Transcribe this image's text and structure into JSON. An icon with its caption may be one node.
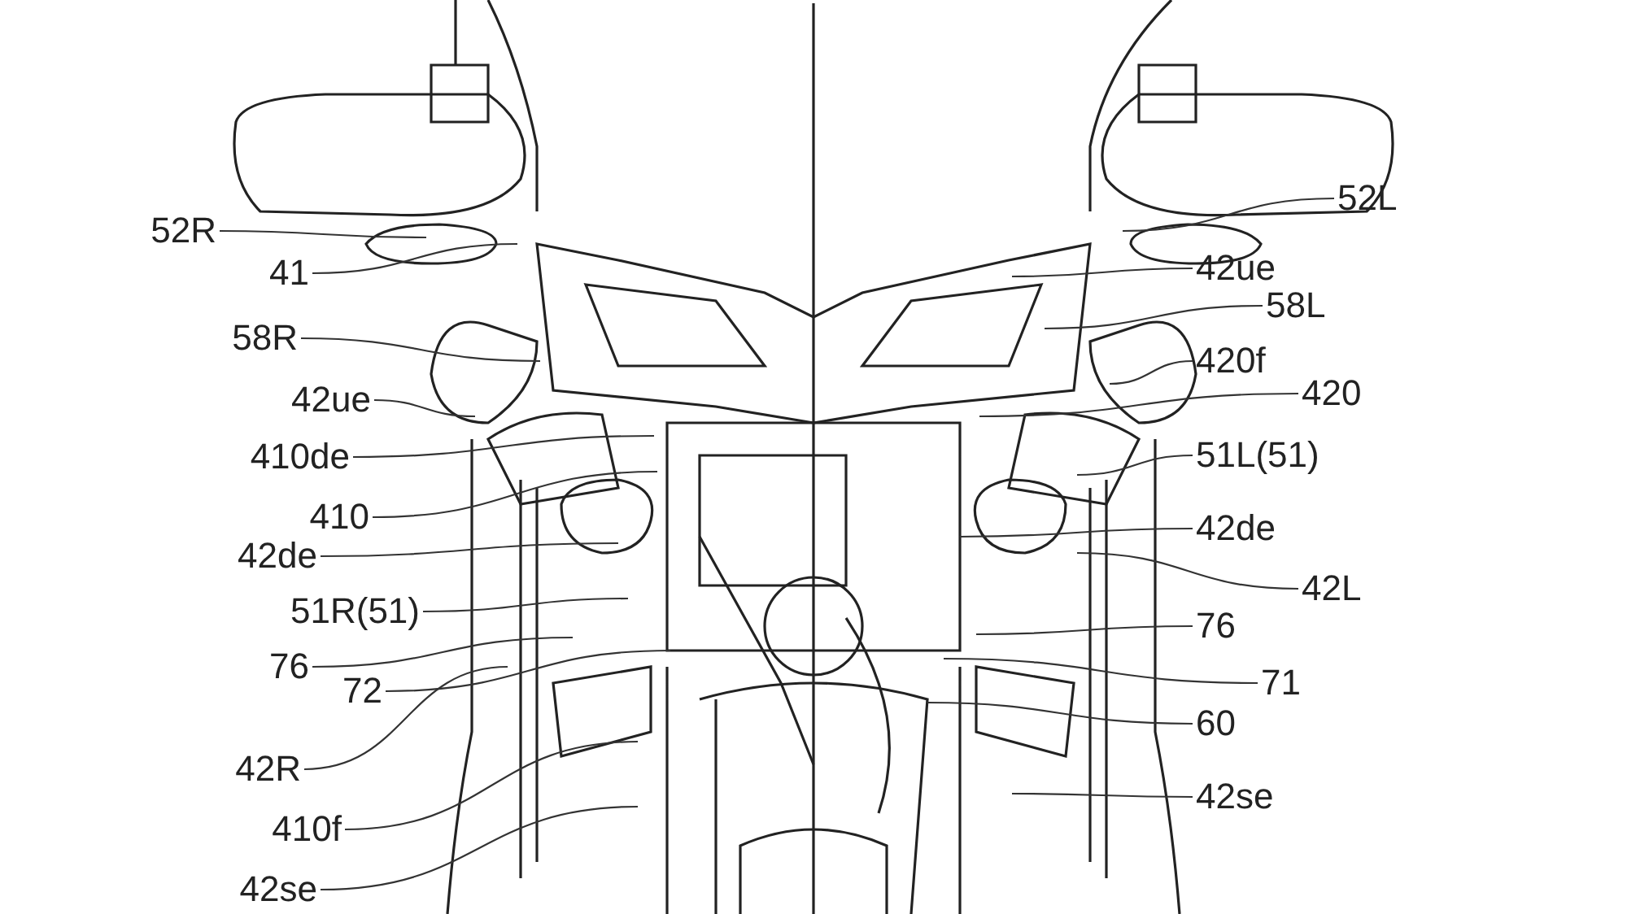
{
  "diagram": {
    "nodes": [
      {
        "text": [
          "52R"
        ]
      },
      {
        "text": [
          "41"
        ]
      },
      {
        "text": [
          "58R"
        ]
      },
      {
        "text": [
          "42ue"
        ]
      },
      {
        "text": [
          "410de"
        ]
      },
      {
        "text": [
          "410"
        ]
      },
      {
        "text": [
          "42de"
        ]
      },
      {
        "text": [
          "51R(51)"
        ]
      },
      {
        "text": [
          "76"
        ]
      },
      {
        "text": [
          "72"
        ]
      },
      {
        "text": [
          "42R"
        ]
      },
      {
        "text": [
          "410f"
        ]
      },
      {
        "text": [
          "42se"
        ]
      },
      {
        "text": [
          "52L"
        ]
      },
      {
        "text": [
          "42ue"
        ]
      },
      {
        "text": [
          "58L"
        ]
      },
      {
        "text": [
          "420f"
        ]
      },
      {
        "text": [
          "420"
        ]
      },
      {
        "text": [
          "51L(51)"
        ]
      },
      {
        "text": [
          "42de"
        ]
      },
      {
        "text": [
          "42L"
        ]
      },
      {
        "text": [
          "76"
        ]
      },
      {
        "text": [
          "71"
        ]
      },
      {
        "text": [
          "60"
        ]
      },
      {
        "text": [
          "42se"
        ]
      }
    ],
    "edges": [
      {
        "from": 0,
        "to": null,
        "arrow": "none"
      },
      {
        "from": 1,
        "to": null,
        "arrow": "none"
      },
      {
        "from": 2,
        "to": null,
        "arrow": "none"
      },
      {
        "from": 3,
        "to": null,
        "arrow": "none"
      },
      {
        "from": 4,
        "to": null,
        "arrow": "none"
      },
      {
        "from": 5,
        "to": null,
        "arrow": "none"
      },
      {
        "from": 6,
        "to": null,
        "arrow": "none"
      },
      {
        "from": 7,
        "to": null,
        "arrow": "none"
      },
      {
        "from": 8,
        "to": null,
        "arrow": "none"
      },
      {
        "from": 9,
        "to": null,
        "arrow": "none"
      },
      {
        "from": 10,
        "to": null,
        "arrow": "none"
      },
      {
        "from": 11,
        "to": null,
        "arrow": "none"
      },
      {
        "from": 12,
        "to": null,
        "arrow": "none"
      },
      {
        "from": 13,
        "to": null,
        "arrow": "none"
      },
      {
        "from": 14,
        "to": null,
        "arrow": "none"
      },
      {
        "from": 15,
        "to": null,
        "arrow": "none"
      },
      {
        "from": 16,
        "to": null,
        "arrow": "none"
      },
      {
        "from": 17,
        "to": null,
        "arrow": "none"
      },
      {
        "from": 18,
        "to": null,
        "arrow": "none"
      },
      {
        "from": 19,
        "to": null,
        "arrow": "none"
      },
      {
        "from": 20,
        "to": null,
        "arrow": "none"
      },
      {
        "from": 21,
        "to": null,
        "arrow": "none"
      },
      {
        "from": 22,
        "to": null,
        "arrow": "none"
      },
      {
        "from": 23,
        "to": null,
        "arrow": "none"
      },
      {
        "from": 24,
        "to": null,
        "arrow": "none"
      }
    ]
  }
}
